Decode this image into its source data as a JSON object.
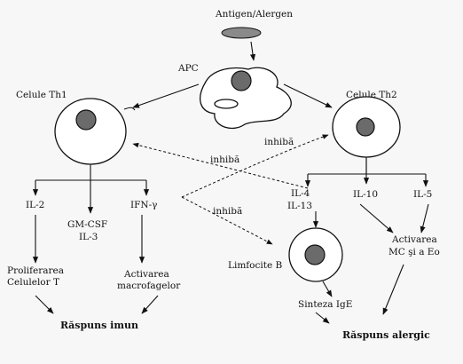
{
  "diagram": {
    "antigen_label": "Antigen/Alergen",
    "apc_label": "APC",
    "th1_label": "Celule Th1",
    "th2_label": "Celule Th2",
    "inhibits_1": "inhibă",
    "inhibits_2": "inhibă",
    "inhibits_3": "inhibă",
    "th1_products": {
      "il2": "IL-2",
      "gmcsf": "GM-CSF",
      "il3": "IL-3",
      "ifn": "IFN-γ"
    },
    "th2_products": {
      "il4": "IL-4",
      "il13": "IL-13",
      "il10": "IL-10",
      "il5": "IL-5"
    },
    "proliferation_line1": "Proliferarea",
    "proliferation_line2": "Celulelor T",
    "activation_line1": "Activarea",
    "activation_line2": "macrofagelor",
    "lymphocyte_b": "Limfocite B",
    "ige_synthesis": "Sinteza IgE",
    "mc_eo_line1": "Activarea",
    "mc_eo_line2": "MC şi a Eo",
    "immune_response": "Răspuns imun",
    "allergic_response": "Răspuns alergic"
  }
}
